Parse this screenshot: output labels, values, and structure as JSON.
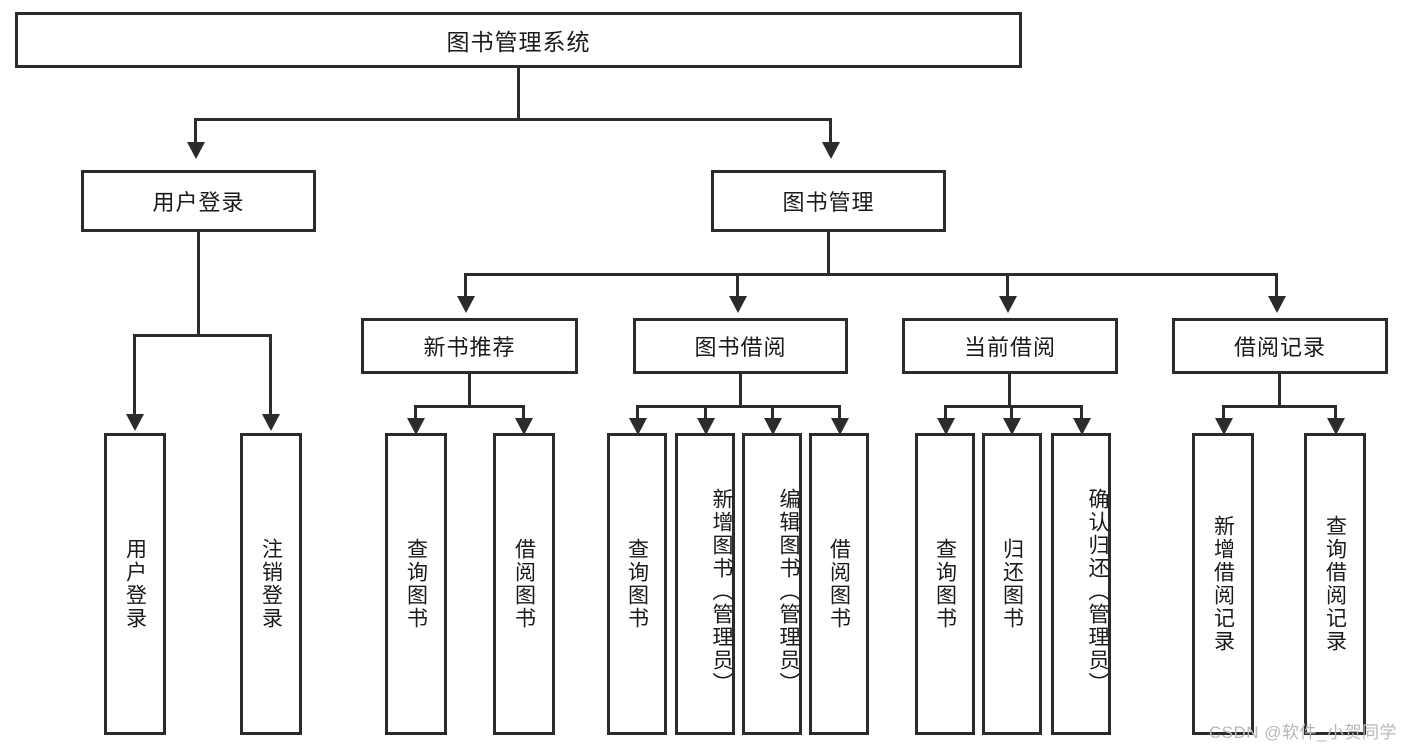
{
  "diagram": {
    "title": "图书管理系统",
    "watermark": "CSDN @软件_小贺同学",
    "levels": {
      "root": "图书管理系统",
      "level2": [
        "用户登录",
        "图书管理"
      ],
      "level3": [
        "新书推荐",
        "图书借阅",
        "当前借阅",
        "借阅记录"
      ]
    },
    "nodes": {
      "root": {
        "label": "图书管理系统"
      },
      "user_login": {
        "label": "用户登录"
      },
      "book_manage": {
        "label": "图书管理"
      },
      "new_book_rec": {
        "label": "新书推荐"
      },
      "book_borrow": {
        "label": "图书借阅"
      },
      "current_borrow": {
        "label": "当前借阅"
      },
      "borrow_record": {
        "label": "借阅记录"
      },
      "leaf_user_login": {
        "label": "用户登录"
      },
      "leaf_logout": {
        "label": "注销登录"
      },
      "leaf_query_book_a": {
        "label": "查询图书"
      },
      "leaf_borrow_book_a": {
        "label": "借阅图书"
      },
      "leaf_query_book_b": {
        "label": "查询图书"
      },
      "leaf_add_book": {
        "label": "新增图书（管理员）"
      },
      "leaf_edit_book": {
        "label": "编辑图书（管理员）"
      },
      "leaf_borrow_book_b": {
        "label": "借阅图书"
      },
      "leaf_query_book_c": {
        "label": "查询图书"
      },
      "leaf_return_book": {
        "label": "归还图书"
      },
      "leaf_confirm_return": {
        "label": "确认归还（管理员）"
      },
      "leaf_add_record": {
        "label": "新增借阅记录"
      },
      "leaf_query_record": {
        "label": "查询借阅记录"
      }
    },
    "colors": {
      "stroke": "#2b2b2b",
      "background": "#ffffff",
      "text": "#1a1a1a",
      "watermark": "#b8b8b8"
    }
  }
}
